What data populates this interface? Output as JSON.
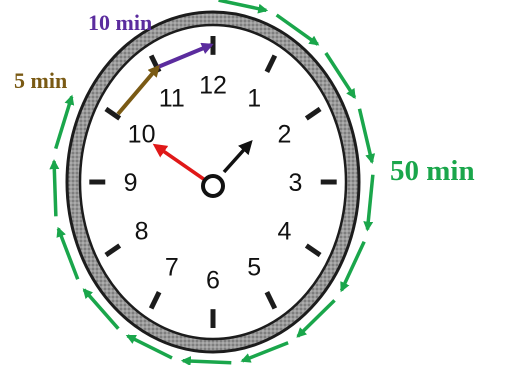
{
  "labels": {
    "ten_min": "10 min",
    "five_min": "5 min",
    "fifty_min": "50 min"
  },
  "clock": {
    "numbers": [
      "12",
      "1",
      "2",
      "3",
      "4",
      "5",
      "6",
      "7",
      "8",
      "9",
      "10",
      "11"
    ],
    "hour_hand_points_to": "10",
    "minute_hand_points_to": "2"
  },
  "colors": {
    "ten_min": "#5b2c9e",
    "five_min": "#7a5a14",
    "fifty_min": "#1aa64b",
    "hour_hand": "#e01818",
    "minute_hand": "#111111",
    "rim": "#8a8a8a"
  }
}
